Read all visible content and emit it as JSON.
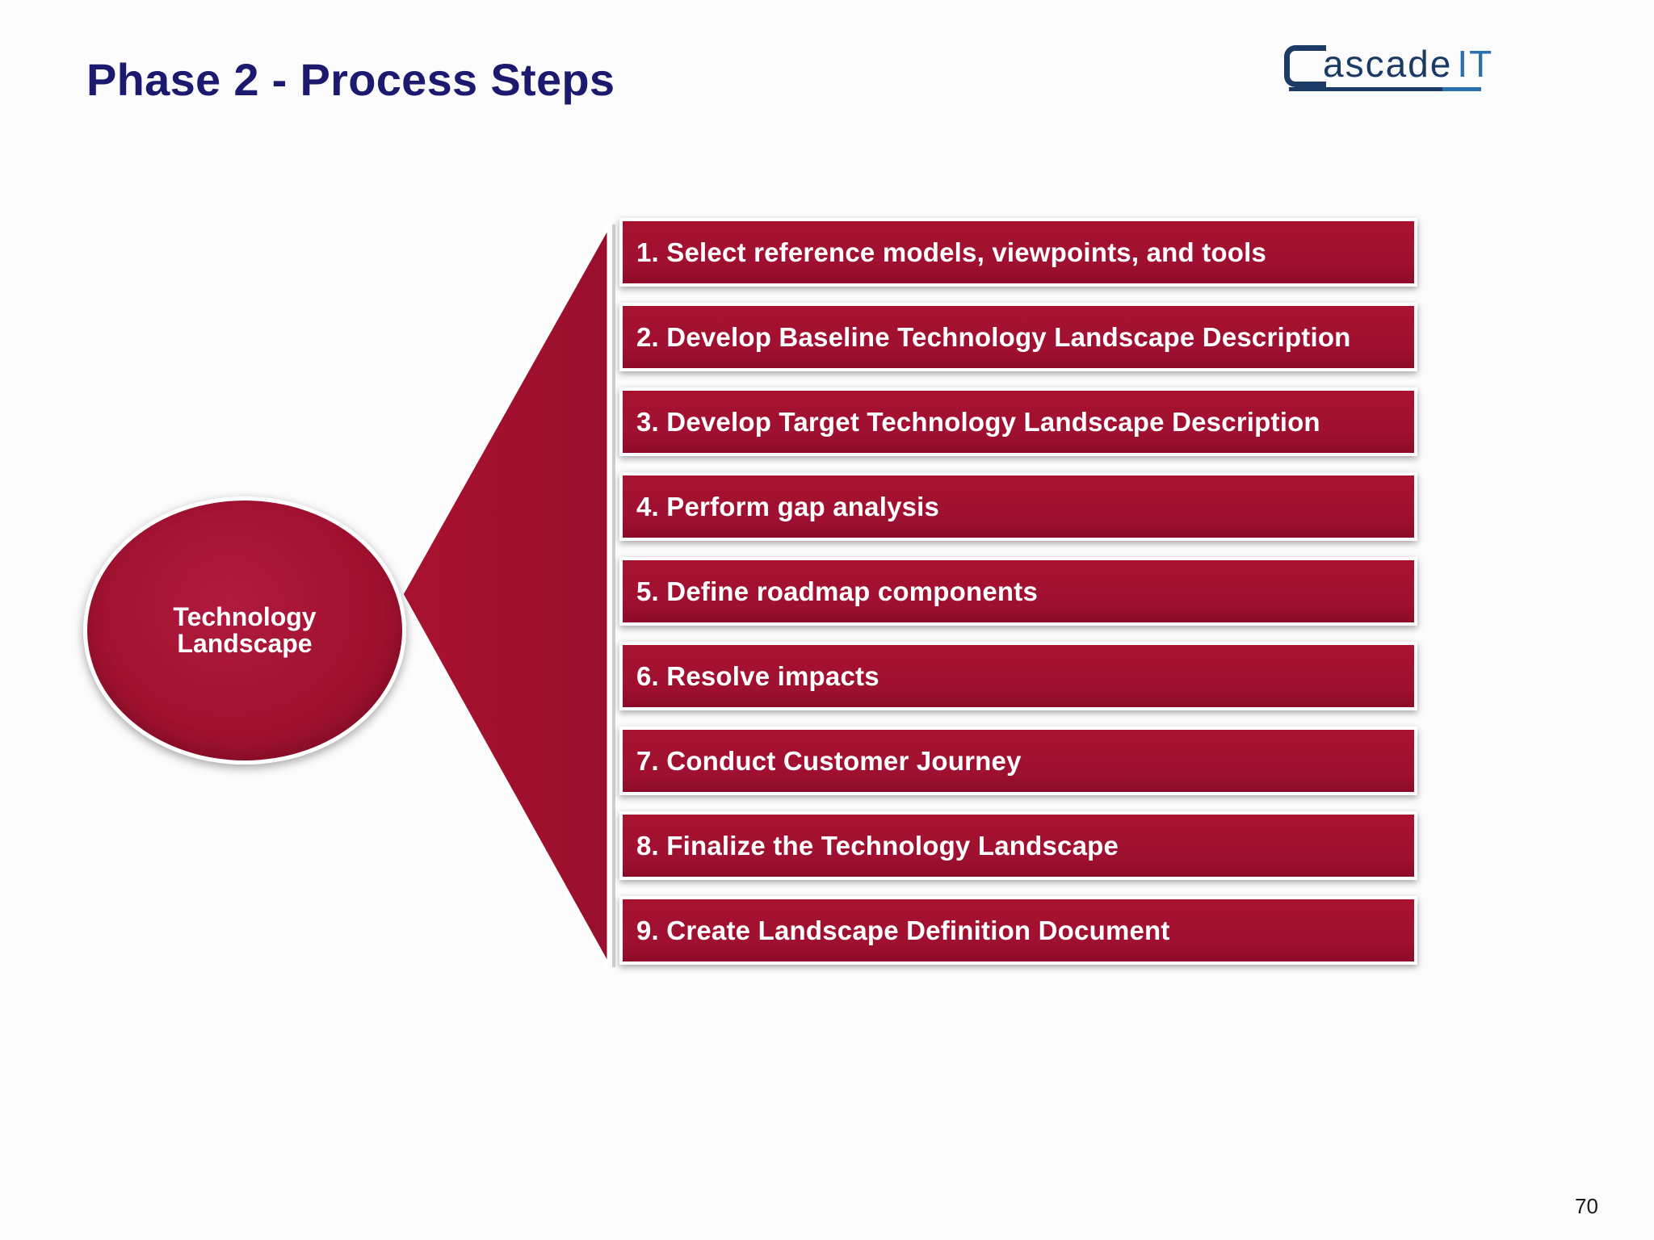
{
  "slide": {
    "title": "Phase 2 - Process Steps",
    "page_number": "70"
  },
  "logo": {
    "text_main": "ascade",
    "text_accent": "IT",
    "colors": {
      "primary": "#1b3a66",
      "accent": "#2a6fb0"
    }
  },
  "diagram": {
    "hub_label": "Technology Landscape",
    "steps": [
      "1. Select reference models, viewpoints, and tools",
      "2. Develop Baseline Technology Landscape Description",
      "3. Develop Target Technology Landscape Description",
      "4. Perform gap analysis",
      "5. Define roadmap components",
      "6. Resolve impacts",
      "7. Conduct Customer Journey",
      "8. Finalize the Technology Landscape",
      "9. Create Landscape Definition Document"
    ]
  },
  "colors": {
    "title": "#1b1a6e",
    "shape_fill": "#a0112f",
    "shape_border": "#ffffff",
    "background": "#fdfcfd"
  }
}
